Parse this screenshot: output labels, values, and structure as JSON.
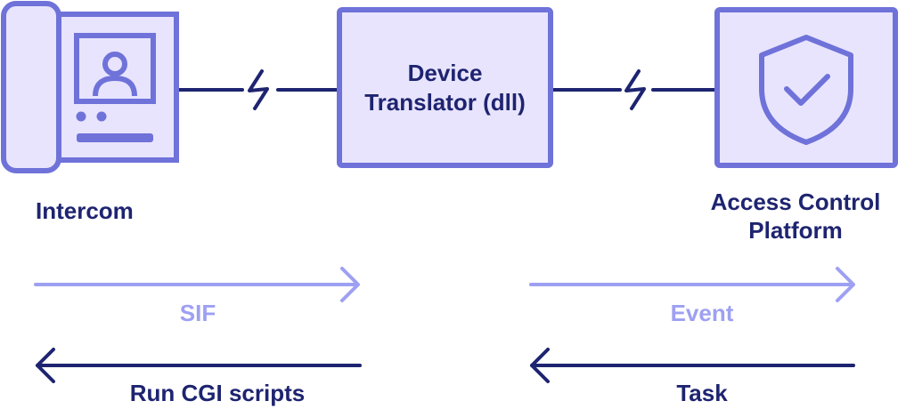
{
  "nodes": {
    "intercom": {
      "label": "Intercom"
    },
    "translator": {
      "line1": "Device",
      "line2": "Translator (dll)"
    },
    "platform": {
      "line1": "Access Control",
      "line2": "Platform"
    }
  },
  "flows": {
    "sif": "SIF",
    "run_cgi": "Run CGI scripts",
    "event": "Event",
    "task": "Task"
  },
  "colors": {
    "box_fill": "#e8e4fd",
    "box_stroke": "#6f72d9",
    "dark_navy": "#1e2470",
    "light_arrow": "#9ea0f2"
  }
}
